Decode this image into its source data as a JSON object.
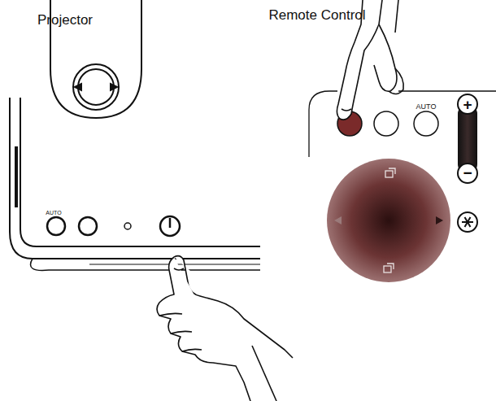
{
  "diagram": {
    "labels": [
      "Projector",
      "Remote Control",
      "AUTO",
      "AUTO",
      "+",
      "−"
    ]
  }
}
